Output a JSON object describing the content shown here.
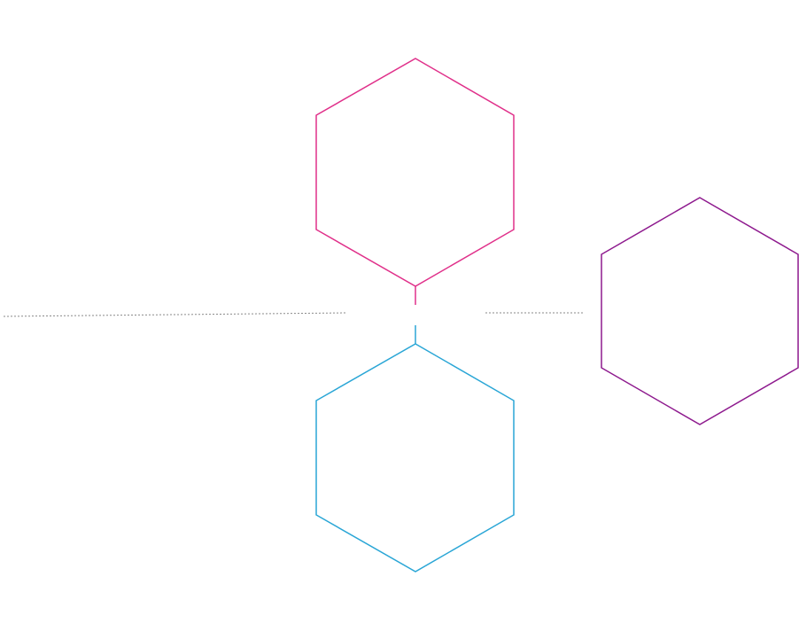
{
  "colors": {
    "background": "#ffffff",
    "top_hexagon": "#e0308a",
    "bottom_hexagon": "#2aa6d6",
    "right_hexagon": "#8e1a8e",
    "guide_line": "#8a8a8a"
  },
  "diagram": {
    "shapes": [
      {
        "id": "top",
        "shape": "hexagon",
        "color_key": "top_hexagon"
      },
      {
        "id": "bottom",
        "shape": "hexagon",
        "color_key": "bottom_hexagon"
      },
      {
        "id": "right",
        "shape": "hexagon",
        "color_key": "right_hexagon"
      }
    ]
  }
}
